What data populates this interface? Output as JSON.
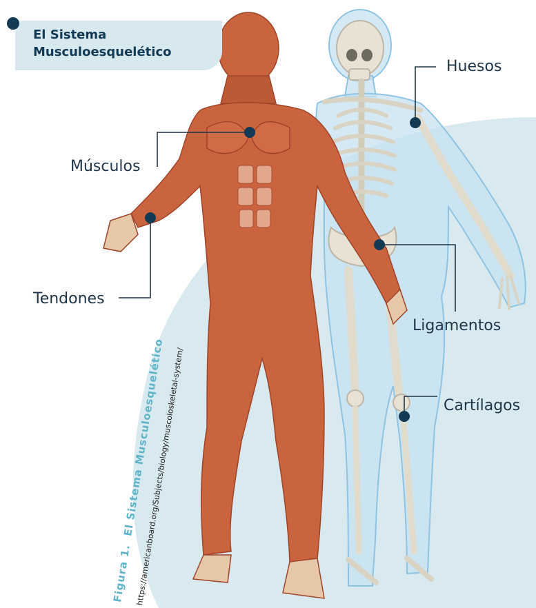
{
  "title": "El Sistema Musculoesquelético",
  "labels": {
    "huesos": "Huesos",
    "musculos": "Músculos",
    "tendones": "Tendones",
    "ligamentos": "Ligamentos",
    "cartilagos": "Cartílagos"
  },
  "caption": {
    "figure_number": "Figura 1.",
    "figure_title": "El Sistema Musculoesquelético",
    "source_url": "https://americanboard.org/Subjects/biology/muscoloskeletal-system/"
  },
  "colors": {
    "accent_dark": "#123a55",
    "accent_light": "#d7e8ee",
    "caption_teal": "#5fb4c7",
    "muscle": "#c9643f",
    "bone": "#e8e2d4",
    "body_glass": "#b9d9ee"
  }
}
